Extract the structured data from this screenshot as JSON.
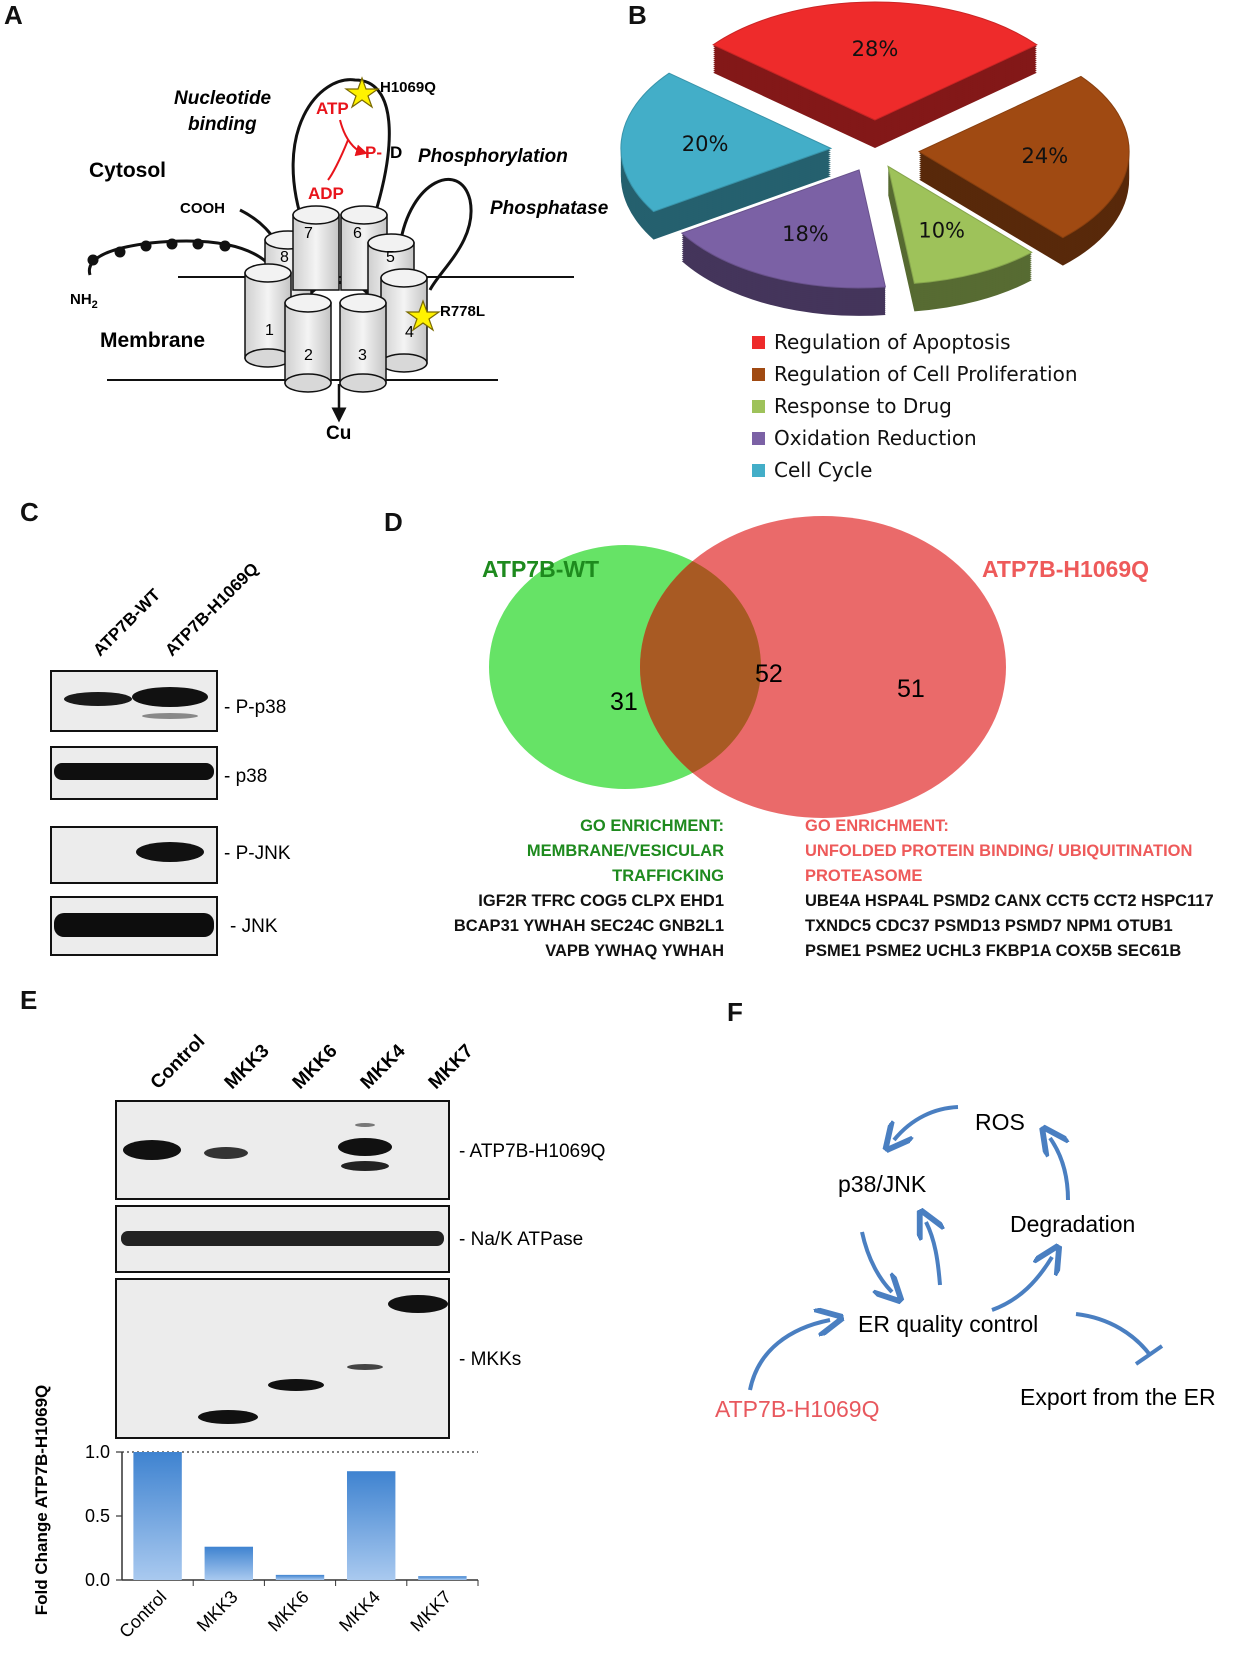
{
  "panels": {
    "a": "A",
    "b": "B",
    "c": "C",
    "d": "D",
    "e": "E",
    "f": "F"
  },
  "panel_a": {
    "cytosol": "Cytosol",
    "membrane": "Membrane",
    "nucleotide_binding_line1": "Nucleotide",
    "nucleotide_binding_line2": "binding",
    "phosphorylation": "Phosphorylation",
    "phosphatase": "Phosphatase",
    "cooh": "COOH",
    "nh2": "NH",
    "nh2_sub": "2",
    "atp": "ATP",
    "adp": "ADP",
    "p": "P-",
    "d": "D",
    "h1069q": "H1069Q",
    "r778l": "R778L",
    "cu": "Cu",
    "helices": [
      "1",
      "2",
      "3",
      "4",
      "5",
      "6",
      "7",
      "8"
    ],
    "colors": {
      "red": "#e8141b",
      "star": "#fff200"
    }
  },
  "panel_b": {
    "chart_data": {
      "type": "pie",
      "slices": [
        {
          "label": "Regulation of Apoptosis",
          "value": 28,
          "text": "28%",
          "color": "#ee2b2b"
        },
        {
          "label": "Regulation of Cell Proliferation",
          "value": 24,
          "text": "24%",
          "color": "#a04a12"
        },
        {
          "label": "Response to Drug",
          "value": 10,
          "text": "10%",
          "color": "#9ec25a"
        },
        {
          "label": "Oxidation Reduction",
          "value": 18,
          "text": "18%",
          "color": "#7b61a5"
        },
        {
          "label": "Cell Cycle",
          "value": 20,
          "text": "20%",
          "color": "#43aec8"
        }
      ]
    }
  },
  "panel_c": {
    "lanes": [
      "ATP7B-WT",
      "ATP7B-H1069Q"
    ],
    "blots": [
      "- P-p38",
      "- p38",
      "- P-JNK",
      "- JNK"
    ]
  },
  "panel_d": {
    "wt_title": "ATP7B-WT",
    "mut_title": "ATP7B-H1069Q",
    "wt_only": "31",
    "shared": "52",
    "mut_only": "51",
    "wt_go": [
      "GO ENRICHMENT:",
      "MEMBRANE/VESICULAR",
      "TRAFFICKING"
    ],
    "wt_genes": [
      "IGF2R TFRC COG5 CLPX EHD1",
      "BCAP31 YWHAH SEC24C GNB2L1",
      "VAPB YWHAQ YWHAH"
    ],
    "mut_go": [
      "GO ENRICHMENT:",
      "UNFOLDED PROTEIN BINDING/ UBIQUITINATION",
      "PROTEASOME"
    ],
    "mut_genes": [
      "UBE4A HSPA4L PSMD2 CANX CCT5 CCT2 HSPC117",
      "TXNDC5 CDC37 PSMD13 PSMD7 NPM1 OTUB1",
      "PSME1 PSME2 UCHL3 FKBP1A COX5B SEC61B"
    ],
    "colors": {
      "wt": "#1e8a1e",
      "mut": "#ee5a5a",
      "wt_fill": "#55e055",
      "mut_fill": "#e85a5a"
    }
  },
  "panel_e": {
    "lanes": [
      "Control",
      "MKK3",
      "MKK6",
      "MKK4",
      "MKK7"
    ],
    "blots": [
      "- ATP7B-H1069Q",
      "- Na/K ATPase",
      "- MKKs"
    ],
    "chart_data": {
      "type": "bar",
      "categories": [
        "Control",
        "MKK3",
        "MKK6",
        "MKK4",
        "MKK7"
      ],
      "values": [
        1.0,
        0.26,
        0.04,
        0.85,
        0.03
      ],
      "ylabel": "Fold Change ATP7B-H1069Q",
      "ylim": [
        0,
        1.0
      ],
      "yticks": [
        "0.0",
        "0.5",
        "1.0"
      ],
      "bar_color": "#5b9bd5"
    }
  },
  "panel_f": {
    "ros": "ROS",
    "p38jnk": "p38/JNK",
    "degradation": "Degradation",
    "erqc": "ER quality control",
    "mutant": "ATP7B-H1069Q",
    "export": "Export from the ER",
    "colors": {
      "arrow": "#4a7fc1",
      "mutant": "#e8585e"
    }
  }
}
